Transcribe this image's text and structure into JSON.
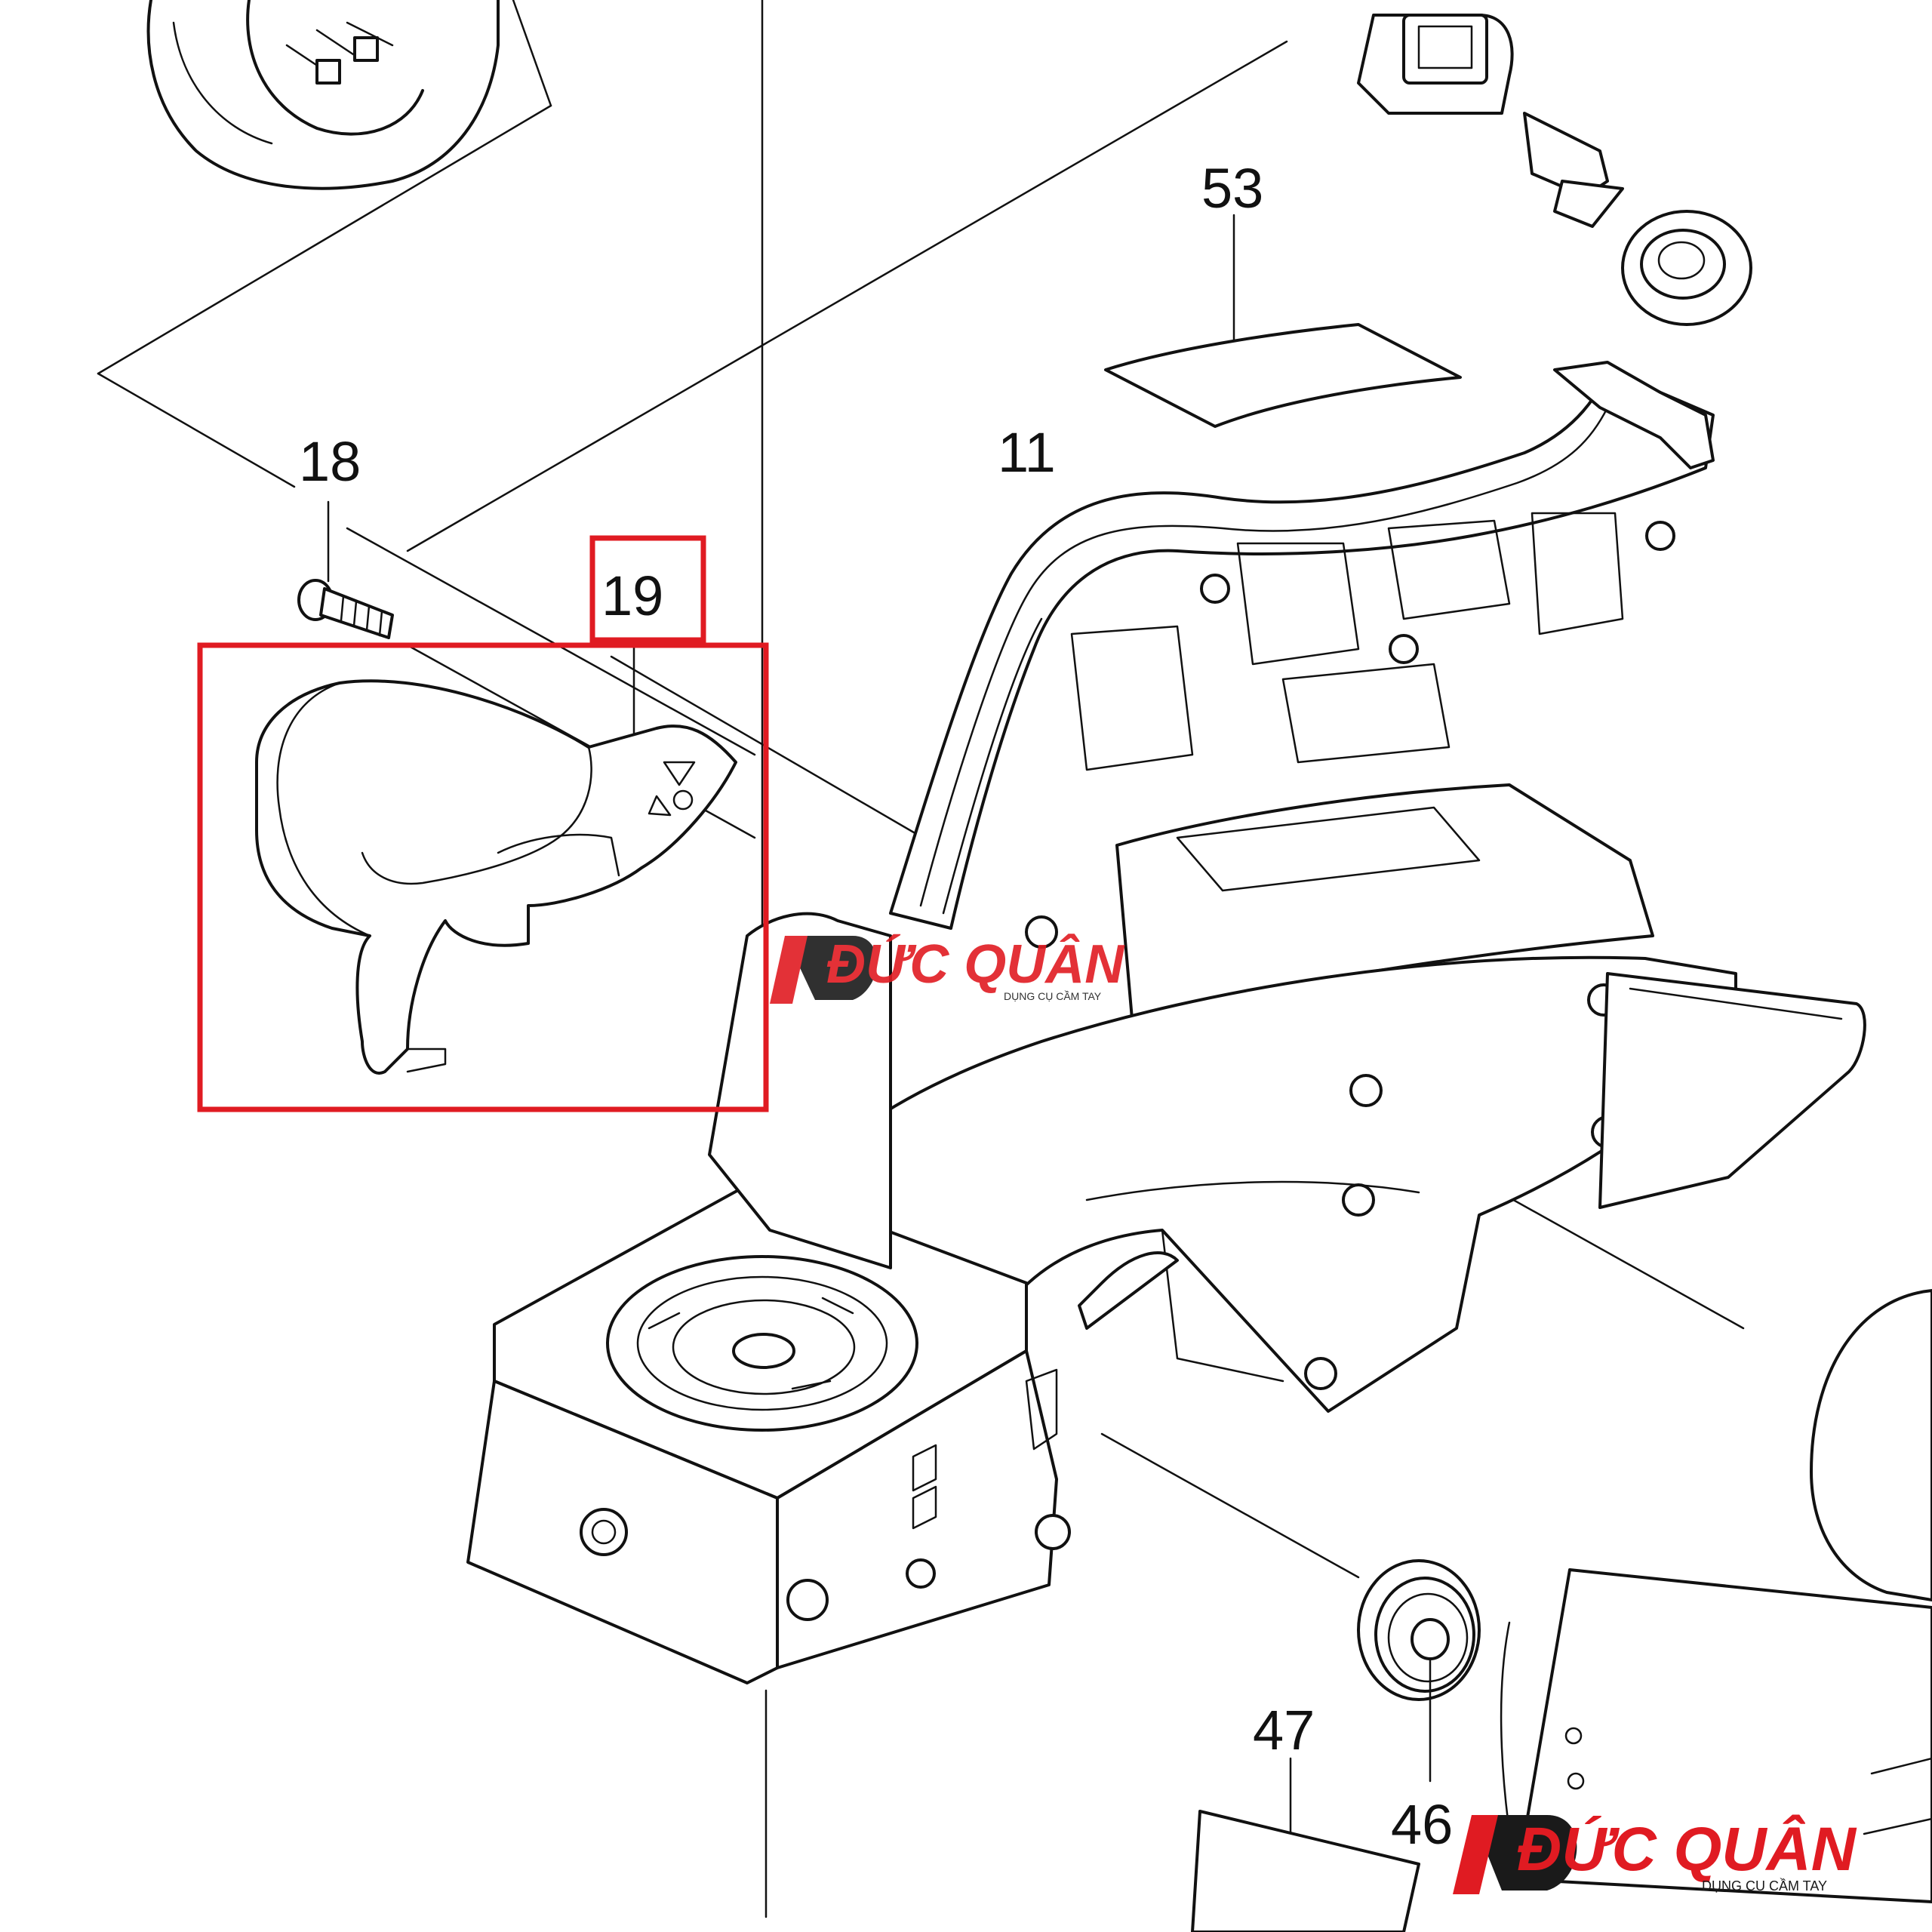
{
  "part_labels": {
    "p11": "11",
    "p18": "18",
    "p19": "19",
    "p46": "46",
    "p47": "47",
    "p53": "53"
  },
  "watermark": {
    "brand": "ĐỨC QUÂN",
    "tagline": "DỤNG CỤ CẦM TAY"
  },
  "colors": {
    "highlight": "#e01b22",
    "watermark_red": "#e01b22",
    "watermark_dark": "#1a1a1a",
    "line": "#111111"
  },
  "highlighted_part": "19"
}
